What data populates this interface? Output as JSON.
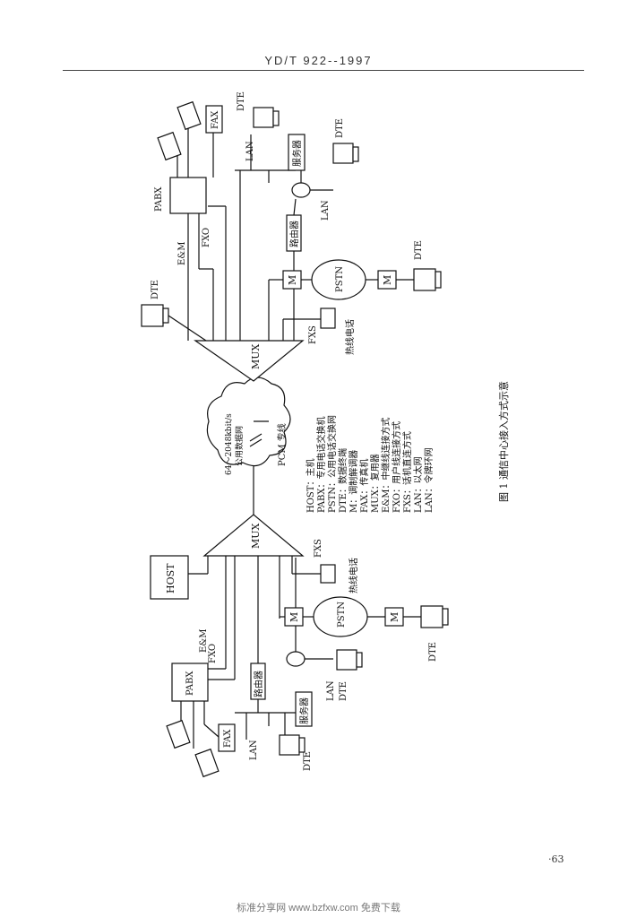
{
  "header": {
    "standard_no": "YD/T 922--1997"
  },
  "page_number": "·63",
  "footer": {
    "watermark": "标准分享网 www.bzfxw.com 免费下载"
  },
  "figure": {
    "caption": "图 1  通信中心接入方式示意",
    "nodes": {
      "host": "HOST",
      "pabx": "PABX",
      "fax": "FAX",
      "mux": "MUX",
      "router": "路由器",
      "server": "服务器",
      "lan": "LAN",
      "dte": "DTE",
      "modem": "M",
      "pstn": "PSTN",
      "fxs": "FXS",
      "hotline": "热线电话",
      "em": "E&M",
      "fxo": "FXO",
      "cloud_rate": "64～2048kbit/s",
      "cloud_name": "公用数据网",
      "pcm": "PCM 专线"
    },
    "legend": [
      "HOST：主机",
      "PABX：专用电话交换机",
      "PSTN：公用电话交换网",
      "DTE：数据终端",
      "M：调制解调器",
      "FAX：传真机",
      "MUX：复用器",
      "E&M：中继线连接方式",
      "FXO：用户线连接方式",
      "FXS：话机直连方式",
      "LAN：以太网",
      "LAN：令牌环网"
    ]
  }
}
